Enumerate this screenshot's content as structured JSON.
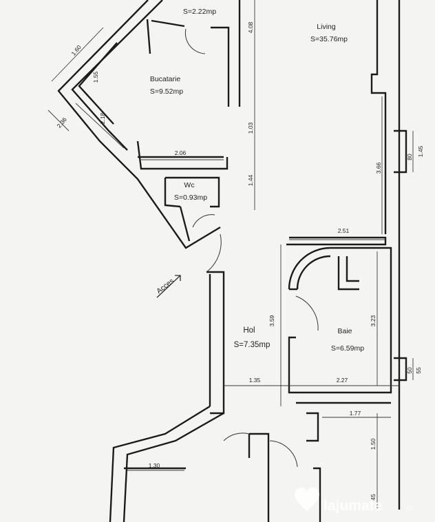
{
  "rooms": {
    "camera_area": "S=2.22mp",
    "living_name": "Living",
    "living_area": "S=35.76mp",
    "bucatarie_name": "Bucatarie",
    "bucatarie_area": "S=9.52mp",
    "wc_name": "Wc",
    "wc_area": "S=0.93mp",
    "hol_name": "Hol",
    "hol_area": "S=7.35mp",
    "baie_name": "Baie",
    "baie_area": "S=6.59mp"
  },
  "entrance_label": "Acces",
  "dimensions": {
    "d408": "4.08",
    "d160": "1.60",
    "d155": "1.55",
    "d218": "2.18",
    "d236": "2.36",
    "d206": "2.06",
    "d103": "1.03",
    "d144": "1.44",
    "d366": "3.66",
    "d080": "80",
    "d145": "1.45",
    "d251": "2.51",
    "d359": "3.59",
    "d323": "3.23",
    "d135": "1.35",
    "d227": "2.27",
    "d050": "50",
    "d055": "55",
    "d177": "1.77",
    "d150": "1.50",
    "d130": "1.30",
    "d045": "45"
  },
  "watermark": {
    "brand": "lajumate",
    "suffix": ".ro",
    "icon": "heart-hand-icon"
  }
}
